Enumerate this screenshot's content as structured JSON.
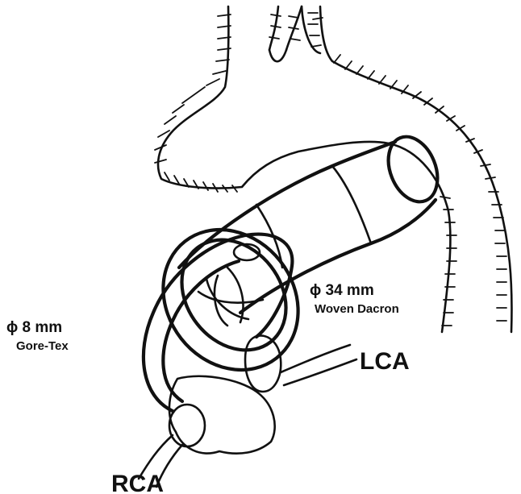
{
  "labels": {
    "graft_large_size": "ϕ 34 mm",
    "graft_large_material": "Woven Dacron",
    "graft_small_size": "ϕ 8 mm",
    "graft_small_material": "Gore-Tex",
    "left_coronary": "LCA",
    "right_coronary": "RCA"
  }
}
